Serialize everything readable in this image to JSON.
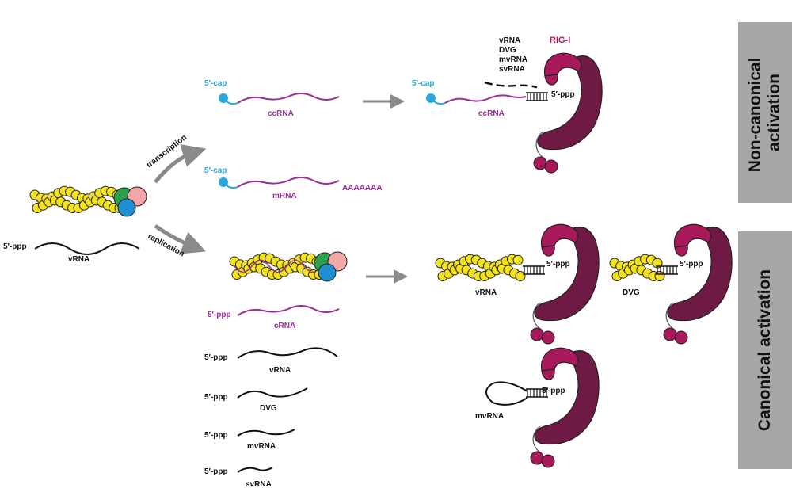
{
  "panels": {
    "noncanonical": [
      "Non-canonical",
      "activation"
    ],
    "canonical": "Canonical activation"
  },
  "labels": {
    "ppp": "5′-ppp",
    "cap": "5′-cap",
    "vrna": "vRNA",
    "ccrna": "ccRNA",
    "mrna": "mRNA",
    "polya": "AAAAAAA",
    "crna": "cRNA",
    "dvg": "DVG",
    "mvrna": "mvRNA",
    "svrna": "svRNA",
    "rigi": "RIG-I",
    "transcription": "transcription",
    "replication": "replication"
  },
  "noncanonical_list": [
    "vRNA",
    "DVG",
    "mvRNA",
    "svRNA"
  ],
  "colors": {
    "purple_rna": "#9a2f95",
    "cap_blue": "#29a8dd",
    "np_yellow": "#f4e21c",
    "rig_dark": "#6e1a44",
    "rig_light": "#a8185a",
    "pol_green": "#2aa14a",
    "pol_blue": "#1f8fd2",
    "pol_pink": "#f4a7a7",
    "panel_gray": "#a7a7a7",
    "arrow_gray": "#8a8a8a"
  }
}
